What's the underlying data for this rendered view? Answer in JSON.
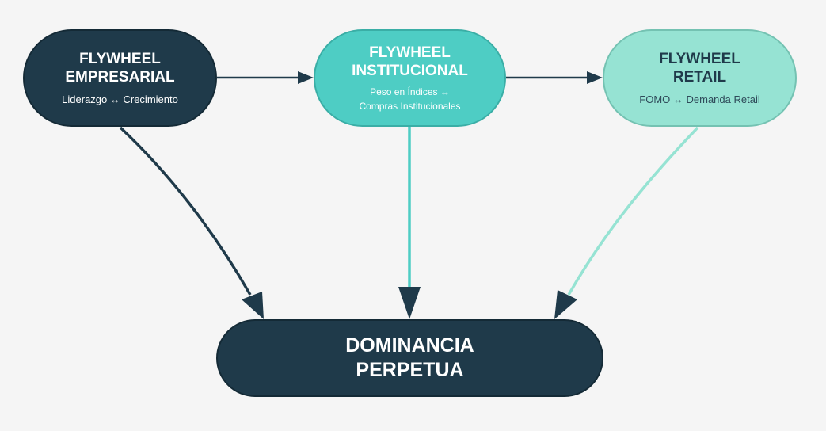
{
  "colors": {
    "background": "#f5f5f5",
    "dark": "#1f3a4a",
    "teal": "#4ecdc4",
    "mint": "#96e3d3"
  },
  "nodes": {
    "empresarial": {
      "title": "FLYWHEEL\nEMPRESARIAL",
      "subtitle": "Liderazgo ↔ Crecimiento"
    },
    "institucional": {
      "title": "FLYWHEEL\nINSTITUCIONAL",
      "subtitle": "Peso en Índices ↔\nCompras Institucionales"
    },
    "retail": {
      "title": "FLYWHEEL\nRETAIL",
      "subtitle": "FOMO ↔ Demanda Retail"
    },
    "dominancia": {
      "title": "DOMINANCIA\nPERPETUA"
    }
  },
  "edges": [
    {
      "from": "empresarial",
      "to": "institucional"
    },
    {
      "from": "institucional",
      "to": "retail"
    },
    {
      "from": "empresarial",
      "to": "dominancia"
    },
    {
      "from": "institucional",
      "to": "dominancia"
    },
    {
      "from": "retail",
      "to": "dominancia"
    }
  ]
}
